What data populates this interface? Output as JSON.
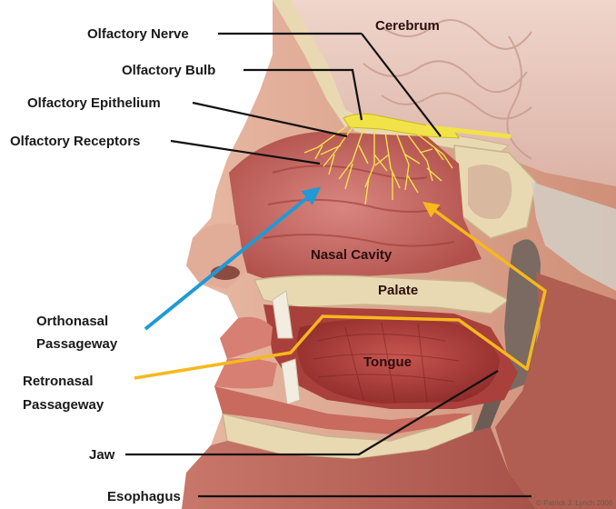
{
  "labels": {
    "olfactory_nerve": "Olfactory Nerve",
    "cerebrum": "Cerebrum",
    "olfactory_bulb": "Olfactory Bulb",
    "olfactory_epithelium": "Olfactory Epithelium",
    "olfactory_receptors": "Olfactory Receptors",
    "nasal_cavity": "Nasal Cavity",
    "palate": "Palate",
    "orthonasal_line1": "Orthonasal",
    "orthonasal_line2": "Passageway",
    "tongue": "Tongue",
    "retronasal_line1": "Retronasal",
    "retronasal_line2": "Passageway",
    "jaw": "Jaw",
    "esophagus": "Esophagus"
  },
  "credit": "© Patrick J. Lynch 2006",
  "colors": {
    "skin": "#dca08a",
    "muscle": "#b8453e",
    "cavity": "#c96660",
    "bone": "#e9d9b2",
    "brain": "#e6c6bb",
    "nerve_yellow": "#f2e24a",
    "orthonasal_arrow": "#1f9ad6",
    "retronasal_arrow": "#f6b81c",
    "leader_line": "#111111"
  }
}
